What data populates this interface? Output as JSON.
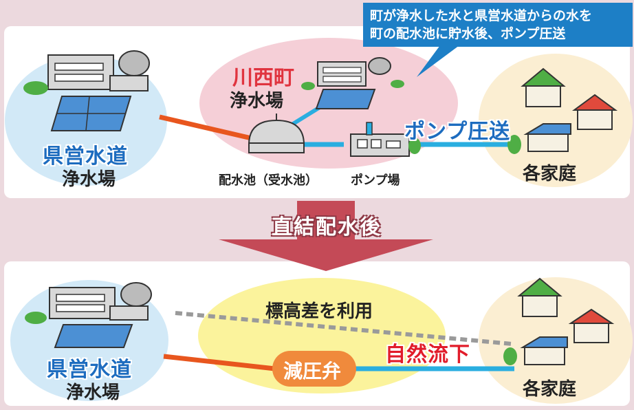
{
  "colors": {
    "background": "#ecd9de",
    "panel": "#ffffff",
    "callout": "#1d7fc6",
    "pipe_prefecture": "#e8561e",
    "pipe_town": "#2aaee0",
    "arrow": "#c44a57",
    "node_reducing_valve": "#f08a3c"
  },
  "callout": {
    "line1": "町が浄水した水と県営水道からの水を",
    "line2": "町の配水池に貯水後、ポンプ圧送"
  },
  "before": {
    "prefecture_plant": {
      "name": "県営水道",
      "sub": "浄水場"
    },
    "town_plant": {
      "name": "川西町",
      "sub": "浄水場"
    },
    "reservoir_label": "配水池（受水池）",
    "pump_station_label": "ポンプ場",
    "pump_feed_label": "ポンプ圧送",
    "homes_label": "各家庭"
  },
  "transition_label": "直結配水後",
  "after": {
    "prefecture_plant": {
      "name": "県営水道",
      "sub": "浄水場"
    },
    "elevation_label": "標高差を利用",
    "valve_label": "減圧弁",
    "gravity_label": "自然流下",
    "homes_label": "各家庭"
  }
}
